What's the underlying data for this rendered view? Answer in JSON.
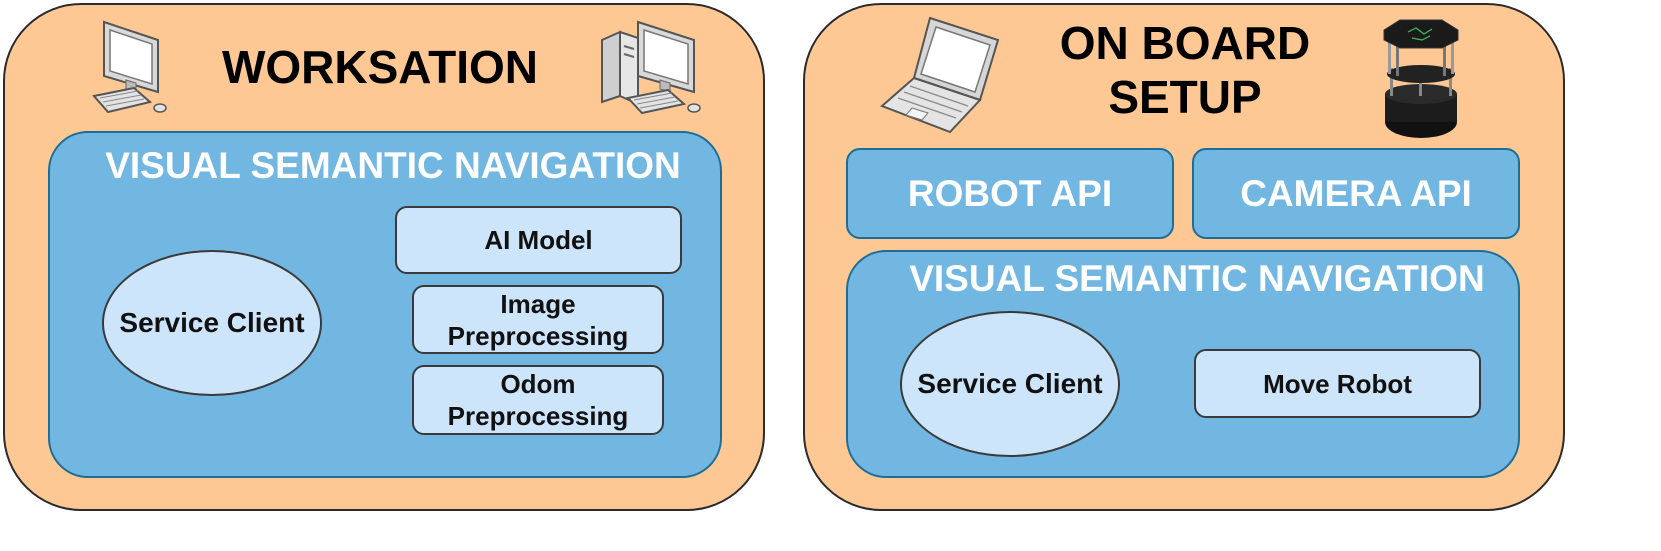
{
  "workstation": {
    "title": "WORKSATION",
    "nav_title": "VISUAL SEMANTIC NAVIGATION",
    "service_client": "Service Client",
    "ai_model": "AI Model",
    "image_preprocessing": [
      "Image",
      "Preprocessing"
    ],
    "odom_preprocessing": [
      "Odom",
      "Preprocessing"
    ]
  },
  "onboard": {
    "title": [
      "ON BOARD",
      "SETUP"
    ],
    "robot_api": "ROBOT API",
    "camera_api": "CAMERA API",
    "nav_title": "VISUAL SEMANTIC NAVIGATION",
    "service_client": "Service Client",
    "move_robot": "Move Robot"
  },
  "icons": {
    "workstation_left": "desktop-computer-icon",
    "workstation_right": "desktop-tower-computer-icon",
    "onboard_left": "laptop-icon",
    "onboard_right": "turtlebot-robot-icon"
  },
  "colors": {
    "panel_bg": "#fdc894",
    "nav_bg": "#71b7e2",
    "box_bg": "#cde5fb",
    "nav_text": "#ffffff"
  }
}
